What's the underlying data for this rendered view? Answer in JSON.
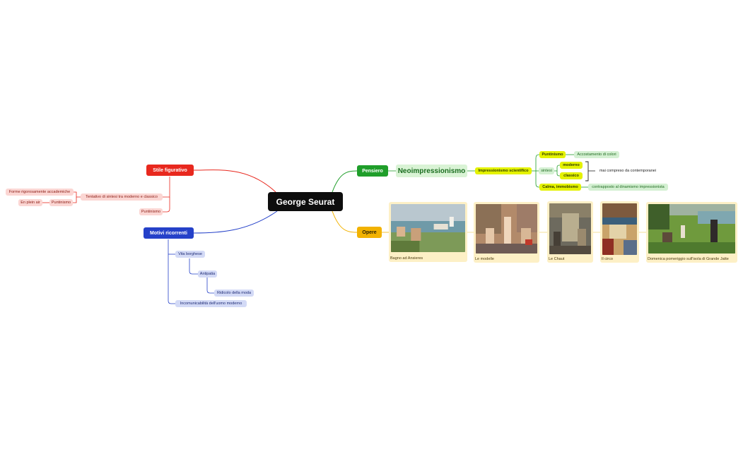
{
  "central": "George Seurat",
  "branches": {
    "stile": {
      "label": "Stile figurativo",
      "color": "#e8281e",
      "items": {
        "tentativo": "Tentativo di sintesi tra moderno e classico",
        "forme": "Forme rigorosamente accademiche",
        "puntinismo_mid": "Puntinismo",
        "plein_air": "En plein air",
        "puntinismo": "Puntinismo"
      }
    },
    "motivi": {
      "label": "Motivi ricorrenti",
      "color": "#2541c9",
      "items": {
        "vita": "Vita borghese",
        "antipatia": "Antipatia",
        "ridicolo": "Ridicolo della moda",
        "incomunicabilita": "Incomunicabilità dell'uomo moderno"
      }
    },
    "pensiero": {
      "label": "Pensiero",
      "color": "#1f9e2a",
      "neo": "Neoimpressionismo",
      "items": {
        "impressionismo": "Impressionismo scientifico",
        "puntinismo": "Puntinismo",
        "accostamento": "Accostamento di colori",
        "sintesi": "sintesi",
        "moderno": "moderno",
        "classico": "classico",
        "mai_compreso": "mai compreso da contemporanei",
        "calma": "Calma, immobismo",
        "contrapposto": "contrapposto al dinamismo impressionista"
      }
    },
    "opere": {
      "label": "Opere",
      "color": "#f2b200",
      "works": [
        "Bagno ad Ansieres",
        "Le modelle",
        "Le Chaut",
        "Il circo",
        "Domenica pomeriggio sull'isola di Grande Jatte"
      ]
    }
  },
  "colors": {
    "red_line": "#e8281e",
    "blue_line": "#2541c9",
    "green_line": "#1f9e2a",
    "orange_line": "#f2b200",
    "card_bg": "#fdf0c6"
  }
}
